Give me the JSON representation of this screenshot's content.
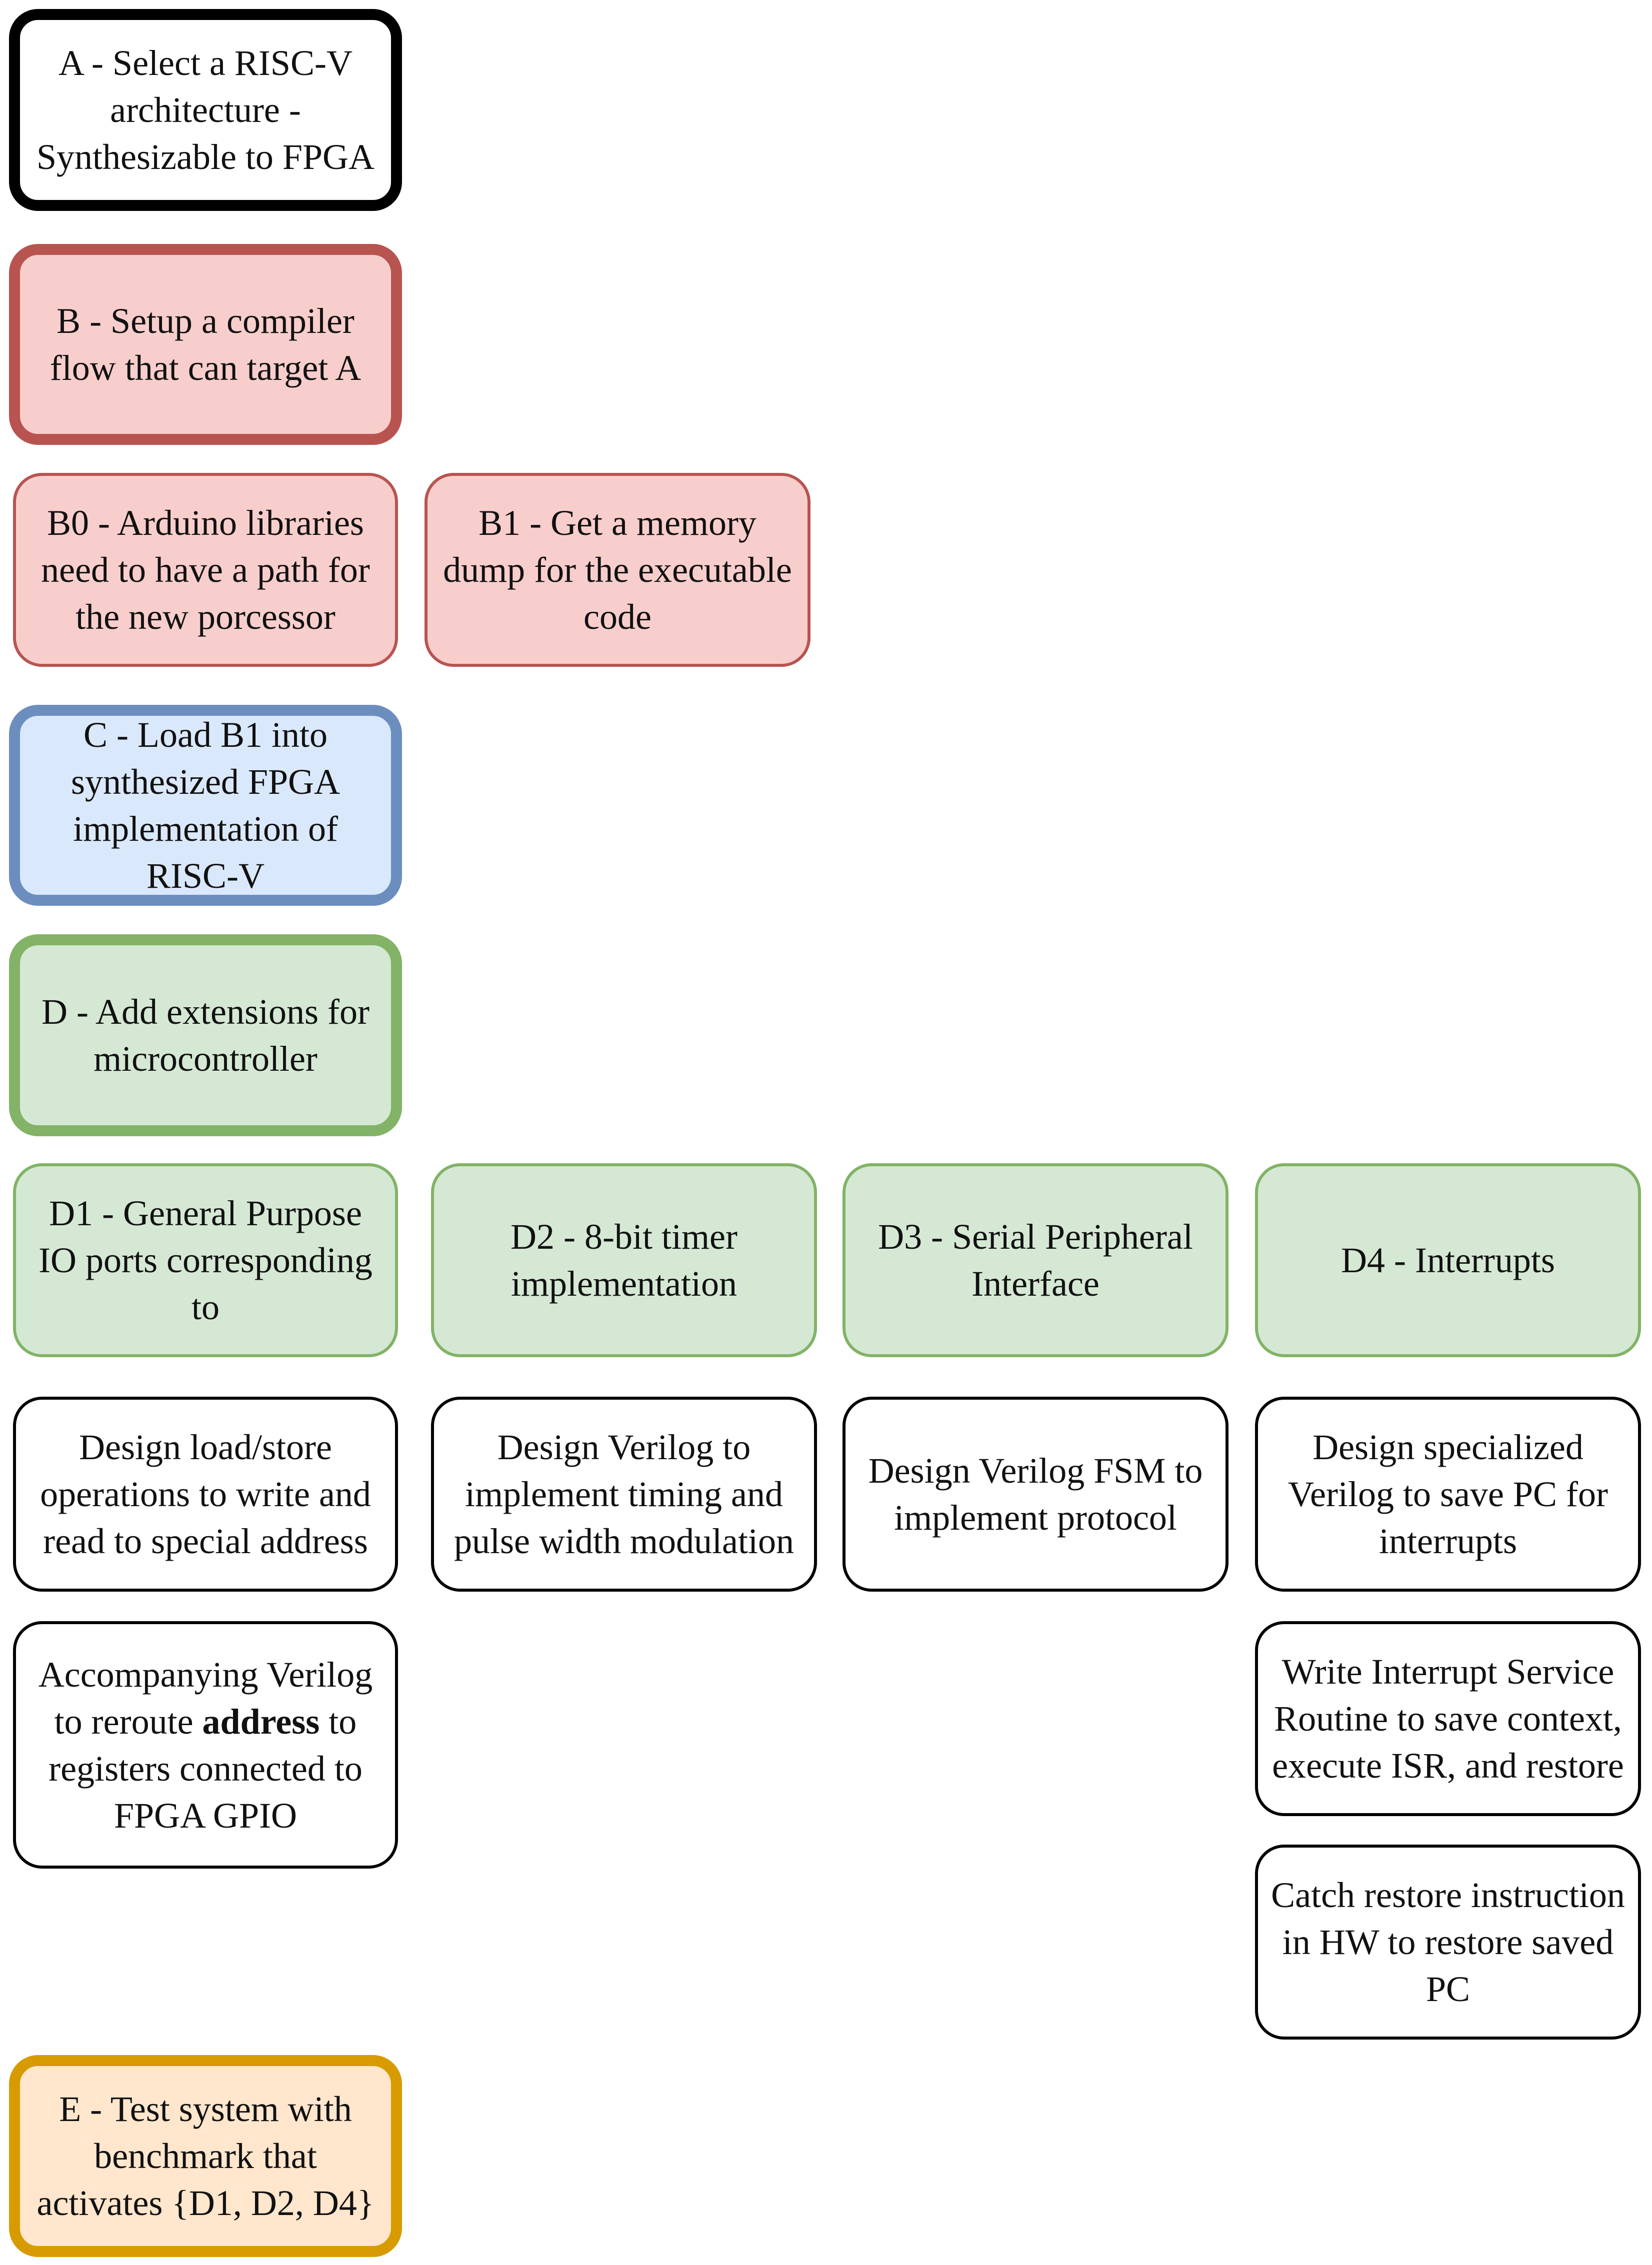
{
  "nodes": {
    "a": {
      "lines": [
        "A - Select a RISC-V",
        "architecture -",
        "Synthesizable to FPGA"
      ]
    },
    "b": {
      "lines": [
        "B - Setup a compiler",
        "flow that can target A"
      ]
    },
    "b0": {
      "lines": [
        "B0 - Arduino libraries",
        "need to have a path for",
        "the new porcessor"
      ]
    },
    "b1": {
      "lines": [
        "B1 - Get a memory",
        "dump for the executable",
        "code"
      ]
    },
    "c": {
      "lines": [
        "C - Load B1 into",
        "synthesized FPGA",
        "implementation of",
        "RISC-V"
      ]
    },
    "d": {
      "lines": [
        "D - Add extensions for",
        "microcontroller"
      ]
    },
    "d1": {
      "lines": [
        "D1 - General Purpose",
        "IO ports corresponding",
        "to"
      ]
    },
    "d2": {
      "lines": [
        "D2 - 8-bit timer",
        "implementation"
      ]
    },
    "d3": {
      "lines": [
        "D3 - Serial Peripheral",
        "Interface"
      ]
    },
    "d4": {
      "lines": [
        "D4 - Interrupts"
      ]
    },
    "t1": {
      "lines": [
        "Design load/store",
        "operations to write and",
        "read to special address"
      ]
    },
    "t2": {
      "lines": [
        "Design Verilog to",
        "implement timing and",
        "pulse width modulation"
      ]
    },
    "t3": {
      "lines": [
        "Design Verilog FSM to",
        "implement protocol"
      ]
    },
    "t4": {
      "lines": [
        "Design specialized",
        "Verilog to save PC for",
        "interrupts"
      ]
    },
    "t1b": {
      "line1": "Accompanying Verilog",
      "line2_pre": "to reroute ",
      "line2_bold": "address",
      "line2_post": " to",
      "line3": "registers connected to",
      "line4": "FPGA GPIO"
    },
    "t4b": {
      "lines": [
        "Write Interrupt Service",
        "Routine to save context,",
        "execute ISR, and restore"
      ]
    },
    "t4c": {
      "lines": [
        "Catch restore instruction",
        "in HW to restore saved",
        "PC"
      ]
    },
    "e": {
      "lines": [
        "E - Test system with",
        "benchmark that",
        "activates {D1, D2, D4}"
      ]
    }
  }
}
